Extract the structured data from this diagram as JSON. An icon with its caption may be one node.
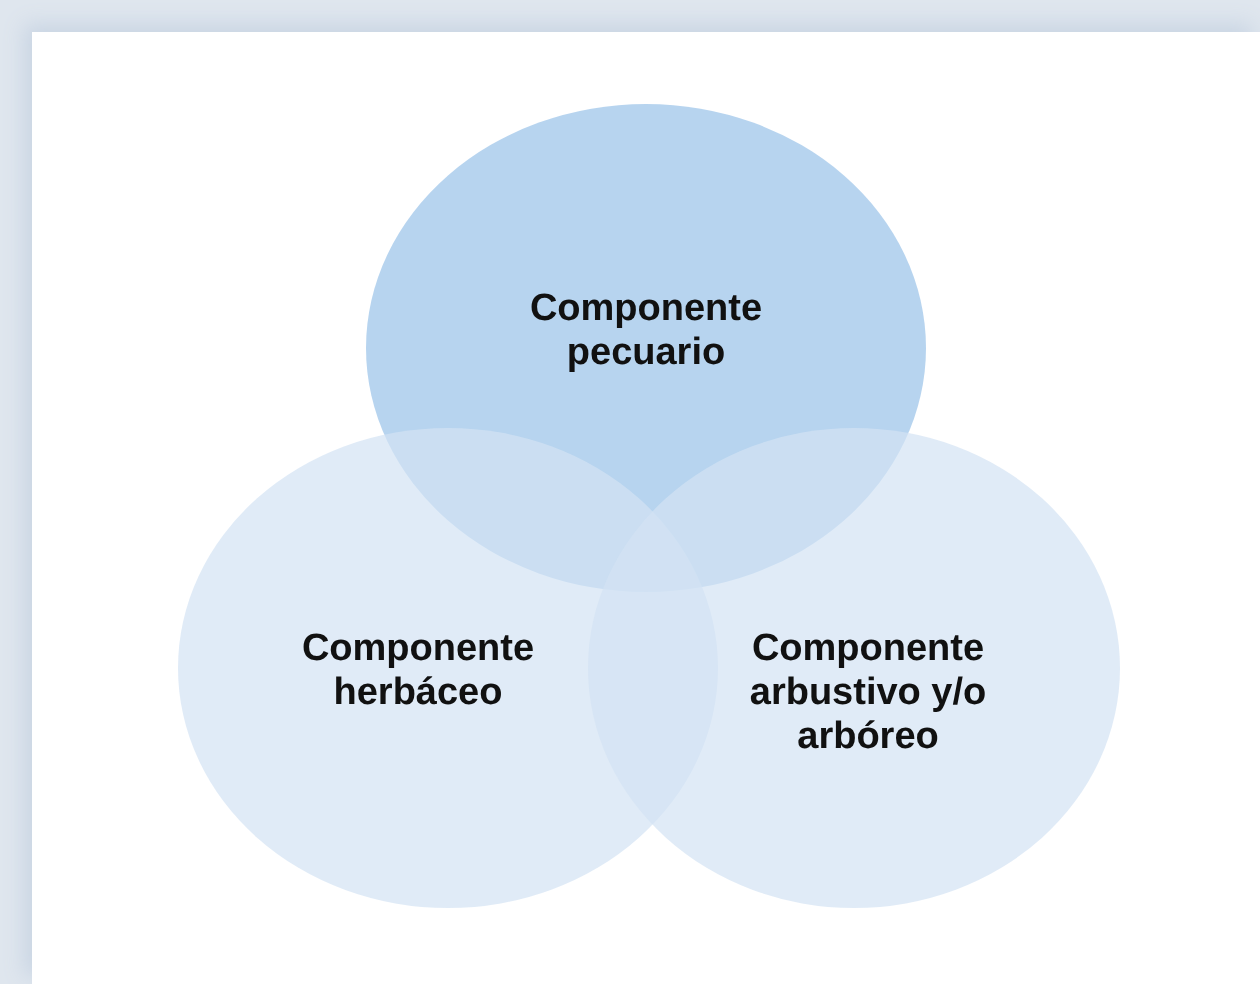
{
  "diagram": {
    "nodes": [
      {
        "text": [
          "Componente pecuario"
        ]
      },
      {
        "text": [
          "Componente herbáceo"
        ]
      },
      {
        "text": [
          "Componente arbustivo y/o arbóreo"
        ]
      }
    ]
  }
}
